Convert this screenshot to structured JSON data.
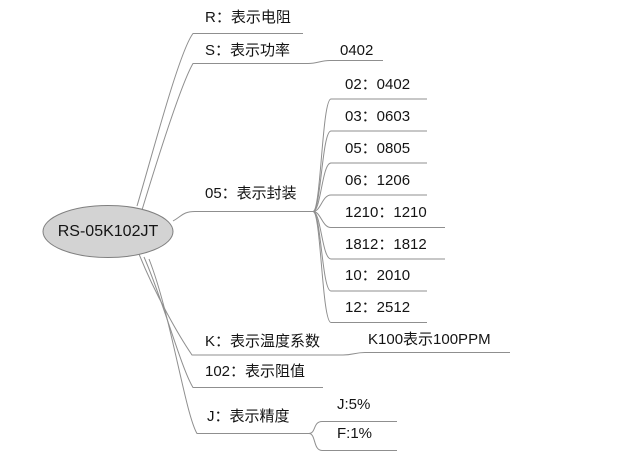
{
  "root": {
    "label": "RS-05K102JT"
  },
  "branches": [
    {
      "label": "R：表示电阻",
      "children": []
    },
    {
      "label": "S：表示功率",
      "children": [
        {
          "label": "0402"
        }
      ]
    },
    {
      "label": "05：表示封装",
      "children": [
        {
          "label": "02：0402"
        },
        {
          "label": "03：0603"
        },
        {
          "label": "05：0805"
        },
        {
          "label": "06：1206"
        },
        {
          "label": "1210：1210"
        },
        {
          "label": "1812：1812"
        },
        {
          "label": "10：2010"
        },
        {
          "label": "12：2512"
        }
      ]
    },
    {
      "label": "K：表示温度系数",
      "children": [
        {
          "label": "K100表示100PPM"
        }
      ]
    },
    {
      "label": "102：表示阻值",
      "children": []
    },
    {
      "label": "J：表示精度",
      "children": [
        {
          "label": "J:5%"
        },
        {
          "label": "F:1%"
        }
      ]
    }
  ],
  "colors": {
    "background": "#ffffff",
    "node_fill": "#d3d3d3",
    "node_stroke": "#7f7f7f",
    "line": "#8f8f8f",
    "text": "#141414"
  }
}
